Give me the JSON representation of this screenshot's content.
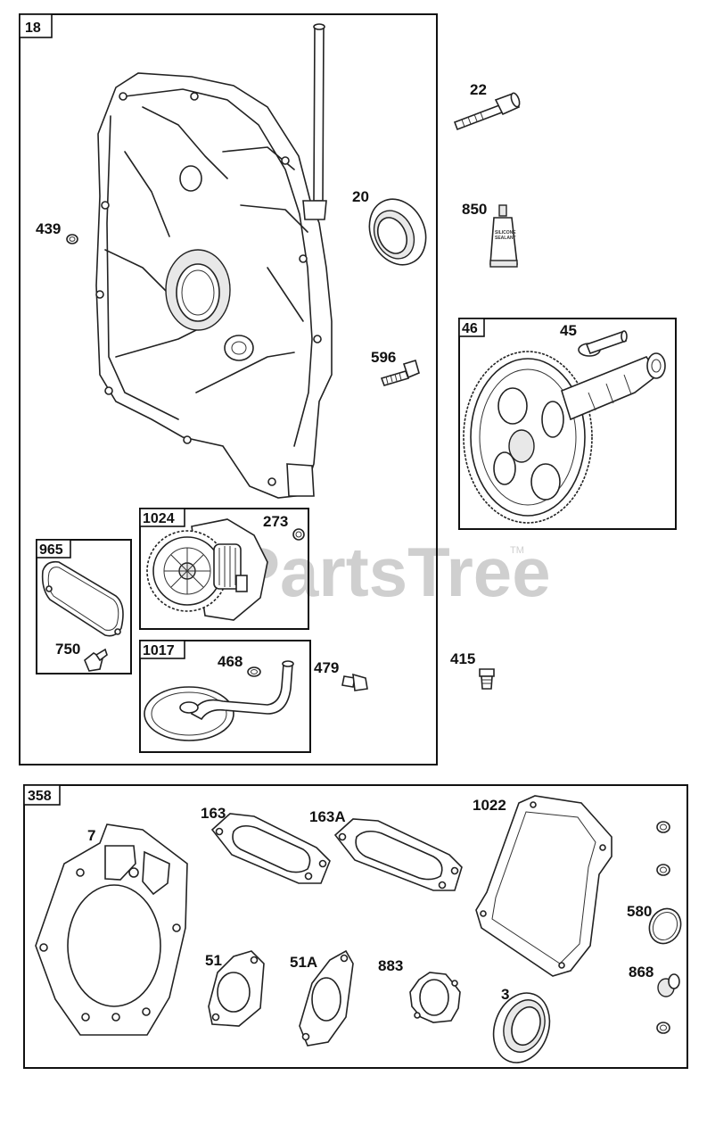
{
  "watermark": {
    "text": "PartsTree",
    "tm": "TM"
  },
  "assemblies": {
    "crankcase_cover": "18",
    "camshaft": "46",
    "oil_pump": "1024",
    "gasket_cover": "965",
    "oil_pickup": "1017",
    "gasket_set": "358"
  },
  "parts": {
    "p22": "22",
    "p850": "850",
    "p20": "20",
    "p439": "439",
    "p596": "596",
    "p45": "45",
    "p273": "273",
    "p750": "750",
    "p468": "468",
    "p479": "479",
    "p415": "415",
    "p7": "7",
    "p163": "163",
    "p163a": "163A",
    "p1022": "1022",
    "p580": "580",
    "p51": "51",
    "p51a": "51A",
    "p883": "883",
    "p3": "3",
    "p868": "868"
  },
  "sealant_tube": {
    "line1": "SILICONE",
    "line2": "SEALANT"
  }
}
